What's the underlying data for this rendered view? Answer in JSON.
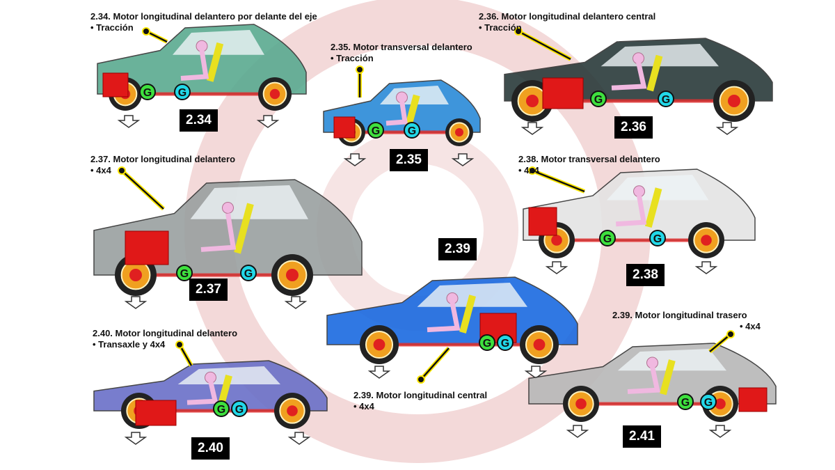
{
  "colors": {
    "engine": "#e01818",
    "g_front": "#3ee03e",
    "g_rear": "#22d8e8",
    "shaft": "#e03030",
    "dummy": "#f0b8e0",
    "logo": "#f3d9d9"
  },
  "panels": [
    {
      "id": "2.34",
      "title": "2.34. Motor longitudinal delantero por delante del eje",
      "sub": "• Tracción",
      "label": "2.34",
      "body_color": "#5aaa90"
    },
    {
      "id": "2.35",
      "title": "2.35. Motor transversal delantero",
      "sub": "• Tracción",
      "label": "2.35",
      "body_color": "#2a8ad8"
    },
    {
      "id": "2.36",
      "title": "2.36. Motor longitudinal delantero central",
      "sub": "• Tracción",
      "label": "2.36",
      "body_color": "#2a3a3a"
    },
    {
      "id": "2.37",
      "title": "2.37. Motor longitudinal delantero",
      "sub": "• 4x4",
      "label": "2.37",
      "body_color": "#9aa0a0"
    },
    {
      "id": "2.38",
      "title": "2.38. Motor transversal delantero",
      "sub": "• 4x4",
      "label": "2.38",
      "body_color": "#e4e4e4"
    },
    {
      "id": "2.39c",
      "title": "2.39. Motor longitudinal central",
      "sub": "• 4x4",
      "label": "2.39",
      "body_color": "#1a6ae0"
    },
    {
      "id": "2.40",
      "title": "2.40. Motor longitudinal delantero",
      "sub": "• Transaxle y 4x4",
      "label": "2.40",
      "body_color": "#6a70c8"
    },
    {
      "id": "2.41",
      "title": "2.39. Motor longitudinal trasero",
      "sub": "• 4x4",
      "label": "2.41",
      "body_color": "#b8b8b8"
    }
  ],
  "g_letter": "G"
}
